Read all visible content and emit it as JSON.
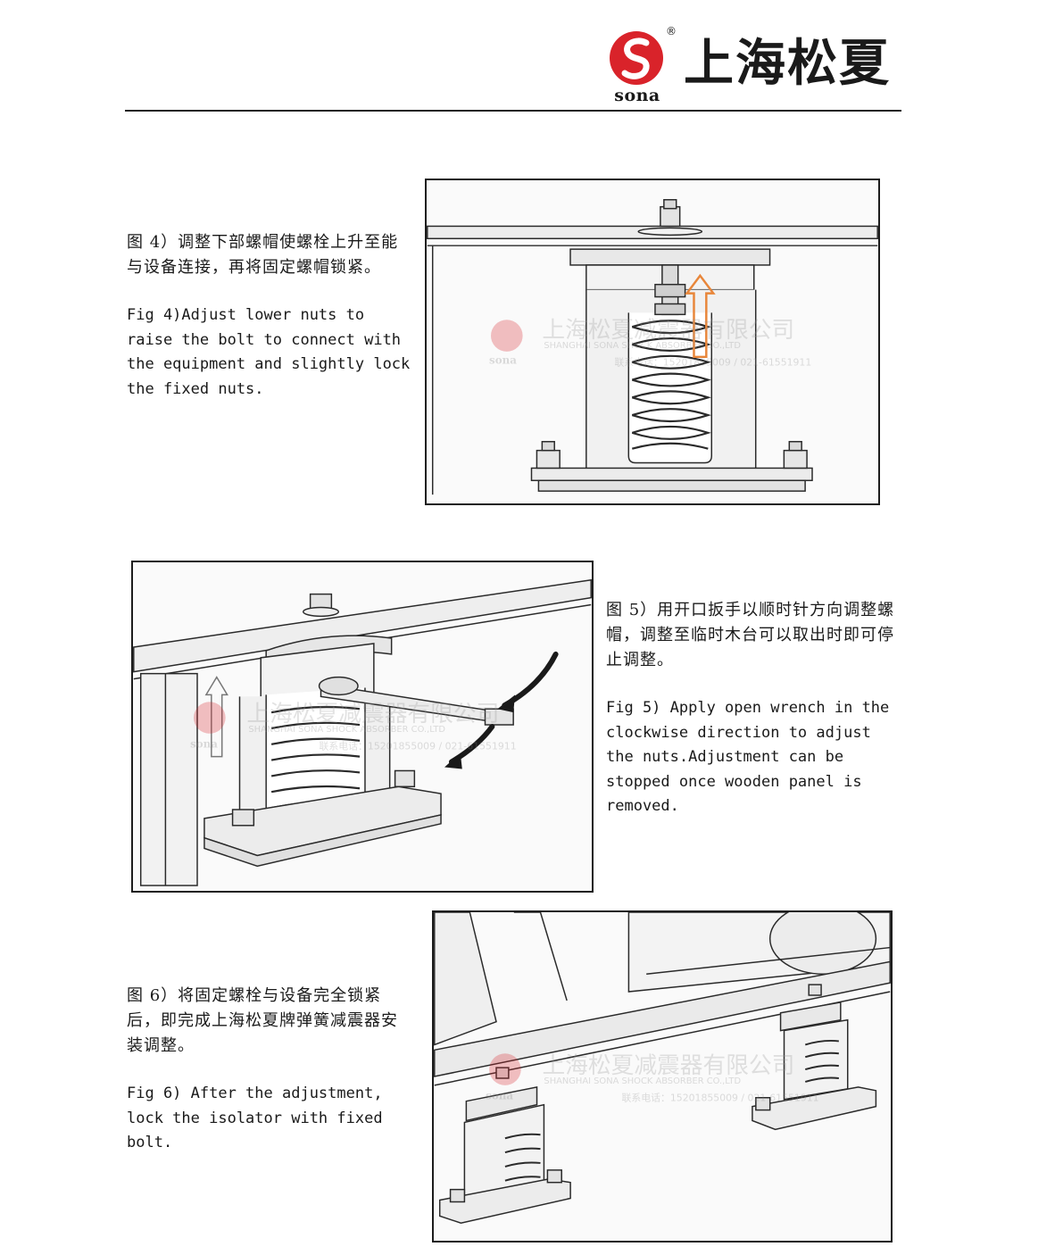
{
  "header": {
    "brand_cn": "上海松夏",
    "brand_en": "sona",
    "registered": "®"
  },
  "watermark": {
    "company_cn": "上海松夏减震器有限公司",
    "company_en": "SHANGHAI SONA SHOCK ABSORBER CO.,LTD",
    "contact": "联系电话：15201855009 / 021-61551911",
    "brand": "sona"
  },
  "sections": [
    {
      "cn": "图 4）调整下部螺帽使螺栓上升至能与设备连接，再将固定螺帽锁紧。",
      "en": "Fig 4)Adjust lower nuts to raise the bolt to connect with the equipment and slightly lock the fixed nuts."
    },
    {
      "cn": "图 5）用开口扳手以顺时针方向调整螺帽，调整至临时木台可以取出时即可停止调整。",
      "en": "Fig 5) Apply open wrench in the clockwise direction to adjust the nuts.Adjustment can be stopped once wooden panel is removed."
    },
    {
      "cn": "图 6）将固定螺栓与设备完全锁紧后，即完成上海松夏牌弹簧减震器安 装调整。",
      "en": "Fig 6) After the adjustment, lock the isolator with fixed bolt."
    }
  ],
  "colors": {
    "brand_red": "#d9232a",
    "arrow_orange": "#e8863a",
    "line": "#2a2a2a"
  }
}
